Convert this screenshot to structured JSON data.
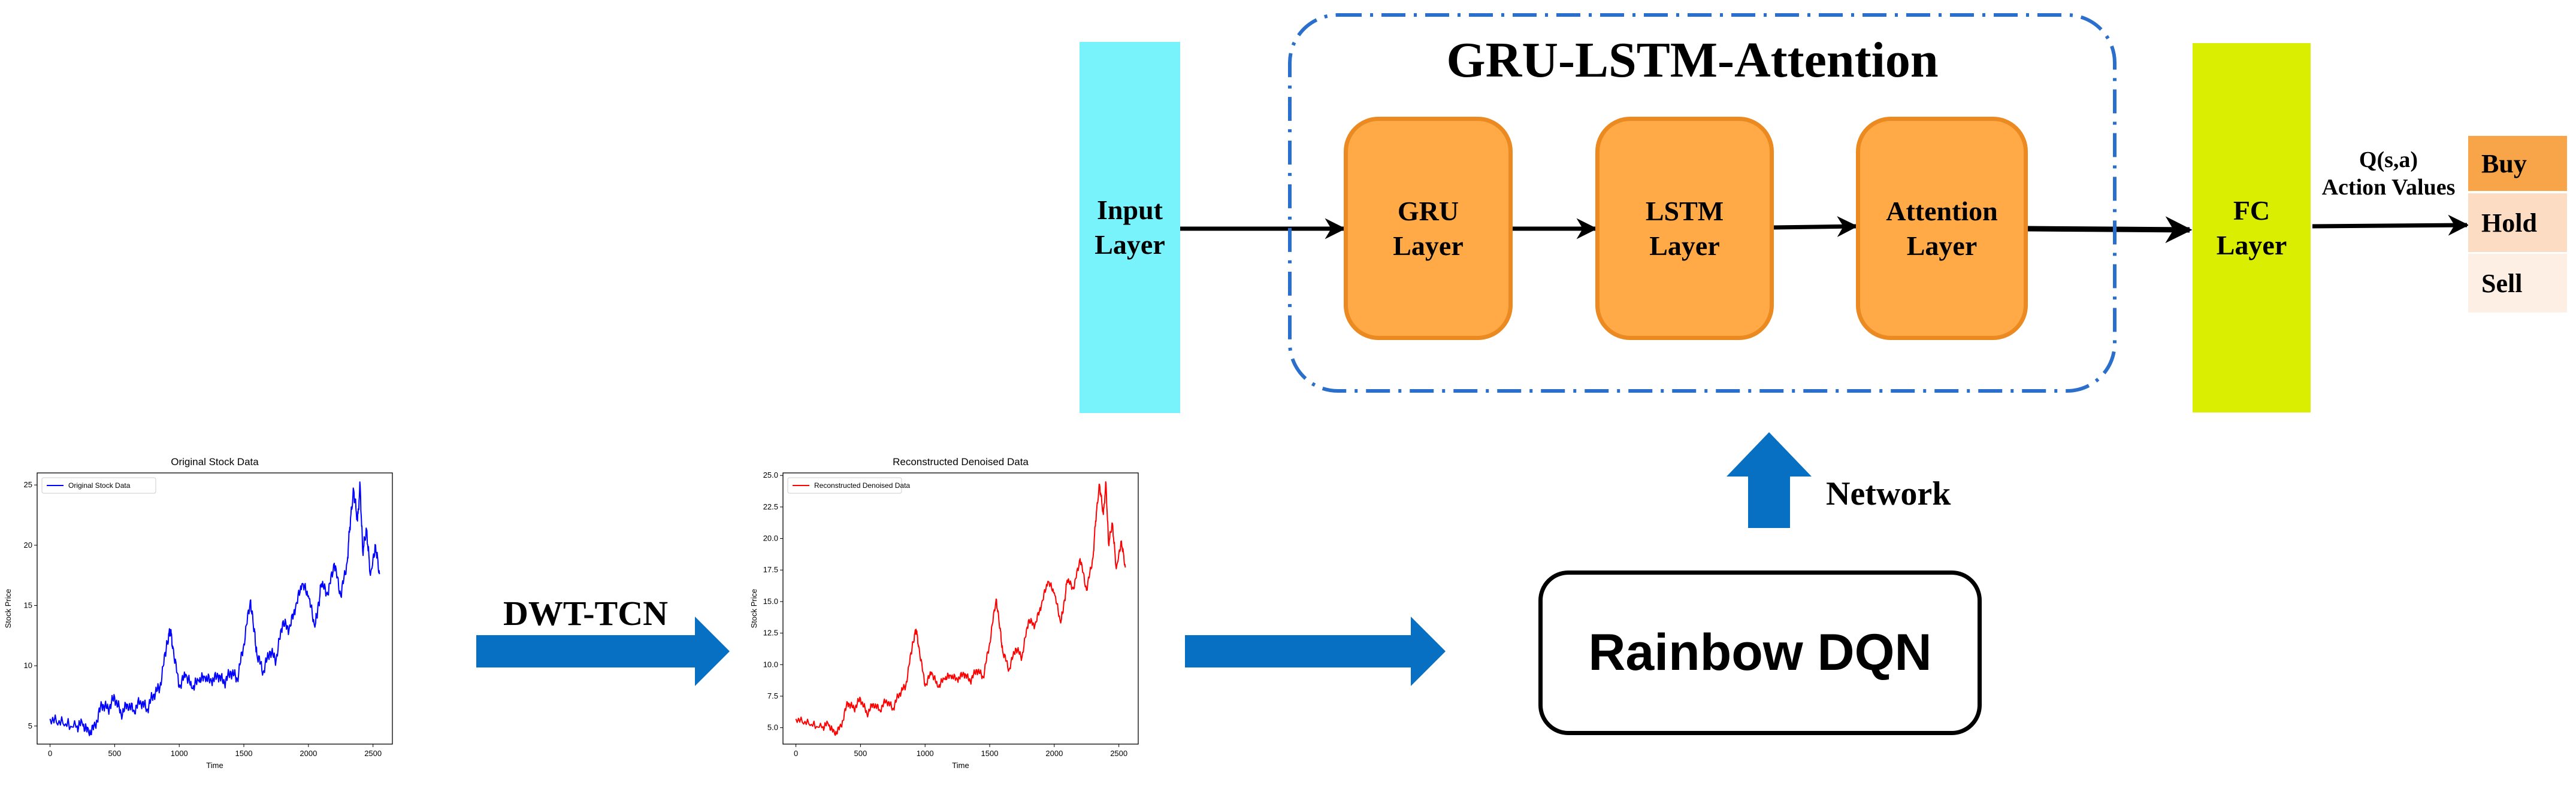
{
  "diagram": {
    "top_title": "GRU-LSTM-Attention",
    "input_layer": [
      "Input",
      "Layer"
    ],
    "gru_layer": [
      "GRU",
      "Layer"
    ],
    "lstm_layer": [
      "LSTM",
      "Layer"
    ],
    "attention_layer": [
      "Attention",
      "Layer"
    ],
    "fc_layer": [
      "FC",
      "Layer"
    ],
    "q_label": [
      "Q(s,a)",
      "Action Values"
    ],
    "actions": [
      "Buy",
      "Hold",
      "Sell"
    ],
    "network_label": "Network",
    "dwt_label": "DWT-TCN",
    "rainbow_label": "Rainbow DQN",
    "colors": {
      "input_layer": "#79f3fb",
      "layer_box": "#ffaa47",
      "layer_border": "#ea8a20",
      "fc_layer": "#d9ee00",
      "arrow_blue": "#0870c2",
      "dashed_border": "#2b6fcc",
      "buy": "#f7a548",
      "hold": "#fcdcc3",
      "sell": "#fdefe3",
      "original_line": "#0000ff",
      "denoised_line": "#ff0000"
    }
  },
  "chart_data": [
    {
      "type": "line",
      "title": "Original Stock Data",
      "xlabel": "Time",
      "ylabel": "Stock Price",
      "legend": "upper-left",
      "xlim": [
        -100,
        2650
      ],
      "ylim": [
        3.5,
        26
      ],
      "xticks": [
        0,
        500,
        1000,
        1500,
        2000,
        2500
      ],
      "yticks": [
        5,
        10,
        15,
        20,
        25
      ],
      "series": [
        {
          "name": "Original Stock Data",
          "color": "#0000ff",
          "x": [
            0,
            100,
            200,
            250,
            300,
            350,
            400,
            450,
            500,
            550,
            600,
            650,
            700,
            750,
            800,
            850,
            900,
            930,
            950,
            1000,
            1050,
            1100,
            1150,
            1200,
            1250,
            1300,
            1350,
            1400,
            1450,
            1500,
            1550,
            1580,
            1600,
            1650,
            1700,
            1750,
            1800,
            1850,
            1900,
            1950,
            2000,
            2050,
            2080,
            2100,
            2150,
            2200,
            2250,
            2300,
            2320,
            2350,
            2380,
            2400,
            2420,
            2450,
            2480,
            2520,
            2550
          ],
          "y": [
            5.6,
            5.2,
            4.9,
            5.2,
            4.4,
            5.0,
            6.8,
            6.4,
            7.4,
            6.0,
            6.8,
            6.3,
            7.1,
            6.4,
            7.6,
            8.2,
            11.5,
            13.0,
            11.6,
            8.2,
            9.3,
            8.1,
            8.8,
            9.0,
            8.7,
            9.2,
            8.6,
            9.5,
            8.9,
            11.8,
            15.4,
            13.0,
            11.0,
            9.5,
            11.2,
            10.5,
            13.6,
            13.0,
            14.8,
            16.8,
            15.8,
            13.2,
            15.2,
            16.8,
            15.9,
            18.5,
            15.8,
            18.6,
            21.5,
            24.6,
            22.0,
            25.0,
            19.5,
            21.3,
            17.5,
            20.0,
            17.6
          ]
        }
      ]
    },
    {
      "type": "line",
      "title": "Reconstructed Denoised Data",
      "xlabel": "Time",
      "ylabel": "Stock Price",
      "legend": "upper-left",
      "xlim": [
        -100,
        2650
      ],
      "ylim": [
        3.7,
        25.2
      ],
      "xticks": [
        0,
        500,
        1000,
        1500,
        2000,
        2500
      ],
      "yticks": [
        5.0,
        7.5,
        10.0,
        12.5,
        15.0,
        17.5,
        20.0,
        22.5,
        25.0
      ],
      "series": [
        {
          "name": "Reconstructed Denoised Data",
          "color": "#ff0000",
          "x": [
            0,
            100,
            200,
            250,
            300,
            350,
            400,
            450,
            500,
            550,
            600,
            650,
            700,
            750,
            800,
            850,
            900,
            930,
            950,
            1000,
            1050,
            1100,
            1150,
            1200,
            1250,
            1300,
            1350,
            1400,
            1450,
            1500,
            1550,
            1580,
            1600,
            1650,
            1700,
            1750,
            1800,
            1850,
            1900,
            1950,
            2000,
            2050,
            2080,
            2100,
            2150,
            2200,
            2250,
            2300,
            2320,
            2350,
            2380,
            2400,
            2420,
            2450,
            2480,
            2520,
            2550
          ],
          "y": [
            5.7,
            5.3,
            5.0,
            5.3,
            4.5,
            5.1,
            7.0,
            6.5,
            7.3,
            6.1,
            6.9,
            6.4,
            7.2,
            6.5,
            7.7,
            8.3,
            11.4,
            12.8,
            11.5,
            8.3,
            9.4,
            8.2,
            8.9,
            9.1,
            8.8,
            9.3,
            8.7,
            9.6,
            9.0,
            11.7,
            15.2,
            12.9,
            11.1,
            9.6,
            11.3,
            10.6,
            13.5,
            13.1,
            14.7,
            16.6,
            15.7,
            13.3,
            15.1,
            16.7,
            16.0,
            18.4,
            15.9,
            18.5,
            21.4,
            24.3,
            21.9,
            24.4,
            19.6,
            21.2,
            17.6,
            19.8,
            17.7
          ]
        }
      ]
    }
  ]
}
